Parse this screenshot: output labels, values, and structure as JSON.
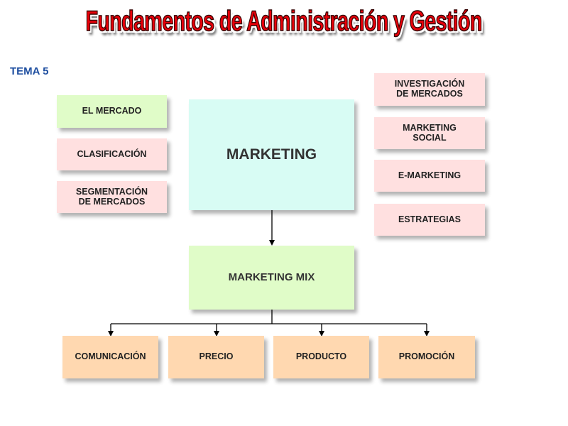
{
  "header": {
    "title": "Fundamentos de Administración y Gestión",
    "tema": "TEMA 5"
  },
  "left": [
    "EL MERCADO",
    "CLASIFICACIÓN",
    "SEGMENTACIÓN\nDE MERCADOS"
  ],
  "center": {
    "main": "MARKETING",
    "mix": "MARKETING MIX"
  },
  "right": [
    "INVESTIGACIÓN\nDE MERCADOS",
    "MARKETING\nSOCIAL",
    "E-MARKETING",
    "ESTRATEGIAS"
  ],
  "bottom": [
    "COMUNICACIÓN",
    "PRECIO",
    "PRODUCTO",
    "PROMOCIÓN"
  ],
  "colors": {
    "title": "#e8000a",
    "tema": "#1f4fa0",
    "green": "#e0fcc8",
    "pink": "#ffe0e0",
    "cyan": "#d8fcf4",
    "orange": "#ffd8b0"
  }
}
